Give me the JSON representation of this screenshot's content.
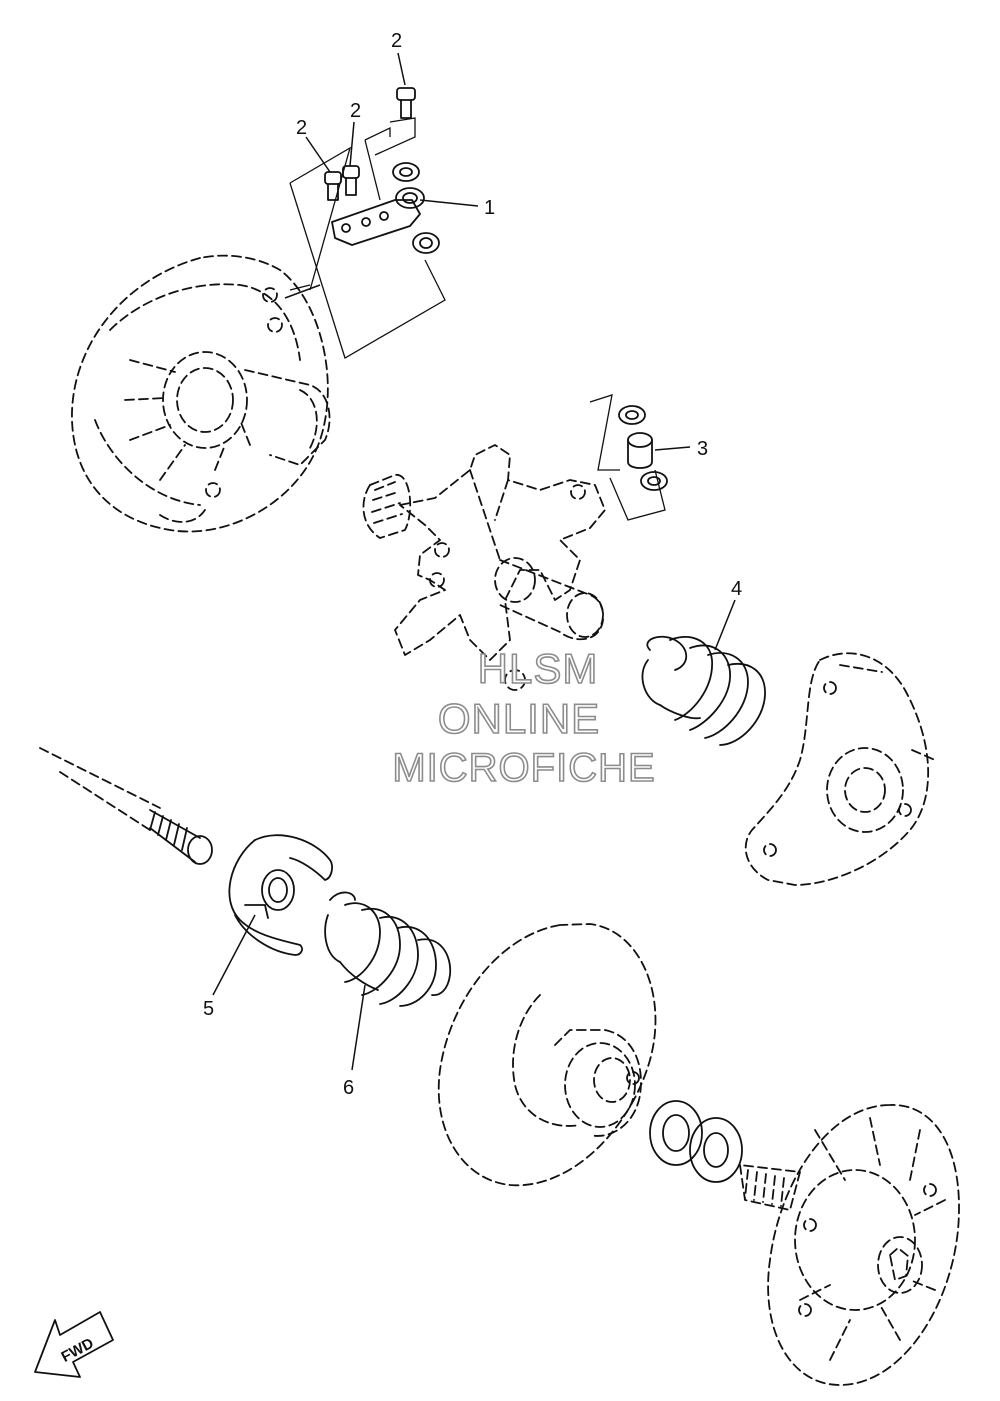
{
  "callouts": {
    "c1": "1",
    "c2a": "2",
    "c2b": "2",
    "c2c": "2",
    "c3": "3",
    "c4": "4",
    "c5": "5",
    "c6": "6"
  },
  "watermark": {
    "line1": "HLSM",
    "line2": "ONLINE",
    "line3": "MICROFICHE"
  },
  "direction_marker": {
    "label": "FWD"
  },
  "colors": {
    "line": "#111111",
    "watermark": "#8c8c8c",
    "background": "#ffffff"
  }
}
